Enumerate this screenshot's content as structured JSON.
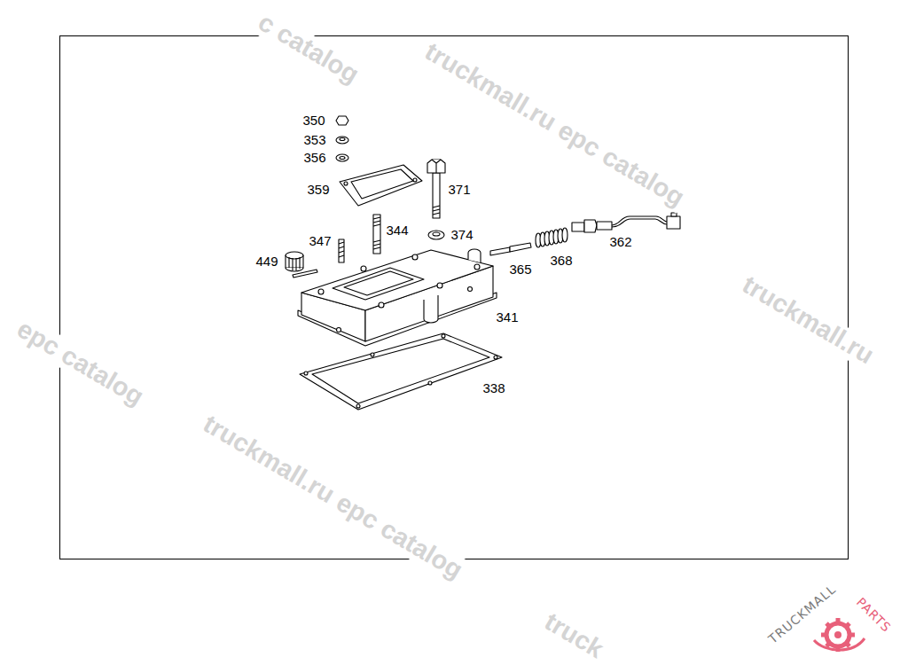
{
  "diagram": {
    "labels": [
      "350",
      "353",
      "356",
      "359",
      "371",
      "344",
      "374",
      "347",
      "449",
      "362",
      "365",
      "368",
      "341",
      "338",
      "c catalog",
      "truckmall.ru epc catalog",
      "truckmall.ru",
      "epc catalog",
      "truckmall.ru epc catalog",
      "truck",
      "TRUCKMALL",
      "PARTS"
    ]
  }
}
